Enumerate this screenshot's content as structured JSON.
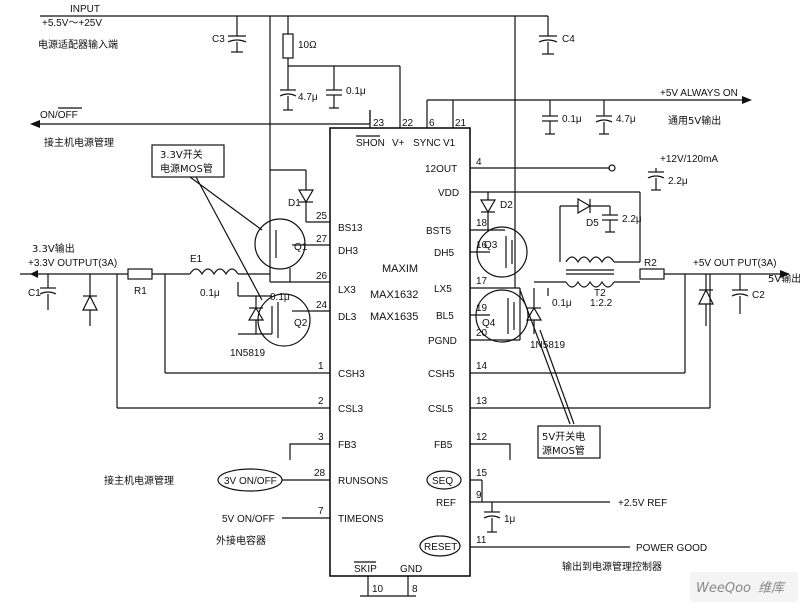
{
  "input": {
    "title": "INPUT",
    "range": "+5.5V～+25V",
    "desc": "电源适配器输入端"
  },
  "on_off": {
    "label": "ON/OFF",
    "desc": "接主机电源管理"
  },
  "chip": {
    "brand": "MAXIM",
    "part1": "MAX1632",
    "part2": "MAX1635",
    "top_pin_names": [
      "SHON",
      "V+",
      "SYNC",
      "V1"
    ],
    "top_pin_numbers": [
      "23",
      "22",
      "6",
      "21"
    ],
    "left_pins": [
      {
        "num": "25",
        "name": "BS13"
      },
      {
        "num": "27",
        "name": "DH3"
      },
      {
        "num": "26",
        "name": "LX3"
      },
      {
        "num": "24",
        "name": "DL3"
      },
      {
        "num": "1",
        "name": "CSH3"
      },
      {
        "num": "2",
        "name": "CSL3"
      },
      {
        "num": "3",
        "name": "FB3"
      },
      {
        "num": "28",
        "name": "RUNSONS"
      },
      {
        "num": "7",
        "name": "TIMEONS"
      }
    ],
    "right_pins": [
      {
        "num": "4",
        "name": "12OUT"
      },
      {
        "num": "",
        "name": "VDD"
      },
      {
        "num": "18",
        "name": "BST5"
      },
      {
        "num": "16",
        "name": "DH5"
      },
      {
        "num": "17",
        "name": "LX5"
      },
      {
        "num": "19",
        "name": "BL5"
      },
      {
        "num": "20",
        "name": "PGND"
      },
      {
        "num": "14",
        "name": "CSH5"
      },
      {
        "num": "13",
        "name": "CSL5"
      },
      {
        "num": "12",
        "name": "FB5"
      },
      {
        "num": "15",
        "name": "SEQ"
      },
      {
        "num": "9",
        "name": "REF"
      },
      {
        "num": "11",
        "name": "RESET"
      }
    ],
    "bottom_pin_names": [
      "SKIP",
      "GND"
    ],
    "bottom_pin_numbers": [
      "10",
      "8"
    ]
  },
  "components": {
    "C3": "C3",
    "C4": "C4",
    "R10": "10Ω",
    "cap_47u": "4.7μ",
    "cap_01u": "0.1μ",
    "cap_22u": "2.2μ",
    "cap_1u": "1μ",
    "C1": "C1",
    "C2": "C2",
    "R1": "R1",
    "R2": "R2",
    "E1": "E1",
    "D1": "D1",
    "D2": "D2",
    "D5": "D5",
    "Q1": "Q1",
    "Q2": "Q2",
    "Q3": "Q3",
    "Q4": "Q4",
    "T2": "T2",
    "T2_ratio": "1:2.2",
    "diode_1n5819": "1N5819"
  },
  "outputs": {
    "always_on": "+5V ALWAYS ON",
    "always_on_desc": "通用5V输出",
    "out12": "+12V/120mA",
    "out33_cn": "3.3V输出",
    "out33": "+3.3V OUTPUT(3A)",
    "out5": "+5V OUT PUT(3A)",
    "out5_cn": "5V输出",
    "ref": "+2.5V REF",
    "power_good": "POWER GOOD",
    "power_good_desc": "输出到电源管理控制器"
  },
  "notes": {
    "mos33_line1": "3.3V开关",
    "mos33_line2": "电源MOS管",
    "mos5_line1": "5V开关电",
    "mos5_line2": "源MOS管",
    "host_pm": "接主机电源管理",
    "runsons_in": "3V ON/OFF",
    "timeons_in": "5V ON/OFF",
    "ext_cap": "外接电容器"
  },
  "watermark": {
    "brand": "WeeQoo",
    "cn": "维库"
  }
}
